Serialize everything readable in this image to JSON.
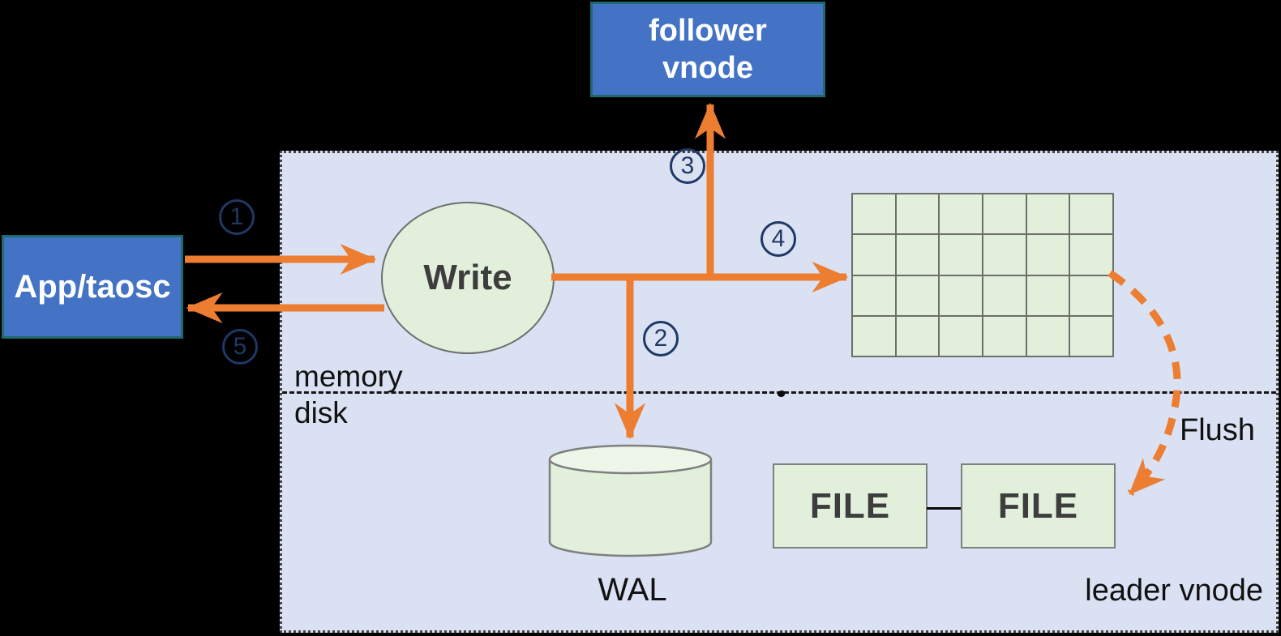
{
  "diagram": {
    "external": {
      "app_box": {
        "label": "App/taosc"
      },
      "follower_box": {
        "line1": "follower",
        "line2": "vnode"
      }
    },
    "leader_panel": {
      "label": "leader vnode",
      "memory_label": "memory",
      "disk_label": "disk",
      "write_label": "Write",
      "wal_label": "WAL",
      "flush_label": "Flush",
      "file1_label": "FILE",
      "file2_label": "FILE",
      "memtable": {
        "rows": 4,
        "cols": 6
      }
    },
    "steps": {
      "s1": "1",
      "s2": "2",
      "s3": "3",
      "s4": "4",
      "s5": "5"
    },
    "colors": {
      "orange": "#ed7d31",
      "navy": "#1f3864",
      "box_blue": "#4473c5",
      "box_blue_border": "#1f6a6e",
      "shape_green": "#e2efda",
      "shape_border": "#7f7f7f",
      "panel_bg": "#d9e1f3",
      "text_dark": "#3d3d3d",
      "text_black": "#111111",
      "background": "#000000"
    }
  }
}
